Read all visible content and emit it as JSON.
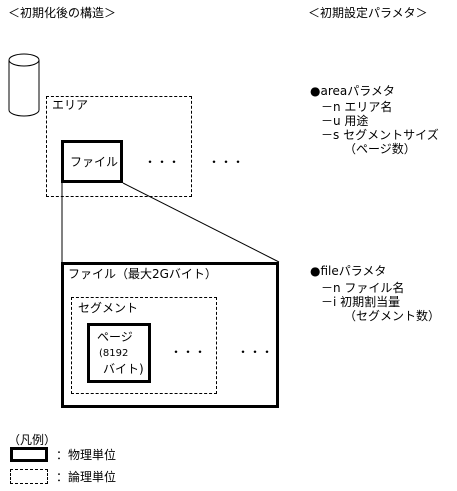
{
  "left_heading": "＜初期化後の構造＞",
  "right_heading": "＜初期設定パラメタ＞",
  "area": {
    "label": "エリア",
    "file_label": "ファイル",
    "ellipsis_a": "・・・",
    "ellipsis_b": "・・・"
  },
  "file_detail": {
    "label": "ファイル（最大2Gバイト）",
    "segment_label": "セグメント",
    "page_line1": "ページ",
    "page_line2": "(8192",
    "page_line3": "バイト)",
    "ellipsis_a": "・・・",
    "ellipsis_b": "・・・"
  },
  "area_params": {
    "title": "●areaパラメタ",
    "items": [
      "－n エリア名",
      "－u 用途",
      "－s セグメントサイズ",
      "（ページ数）"
    ]
  },
  "file_params": {
    "title": "●fileパラメタ",
    "items": [
      "－n ファイル名",
      "－i 初期割当量",
      "（セグメント数）"
    ]
  },
  "legend": {
    "title": "（凡例）",
    "physical": "：物理単位",
    "logical": "：論理単位"
  }
}
